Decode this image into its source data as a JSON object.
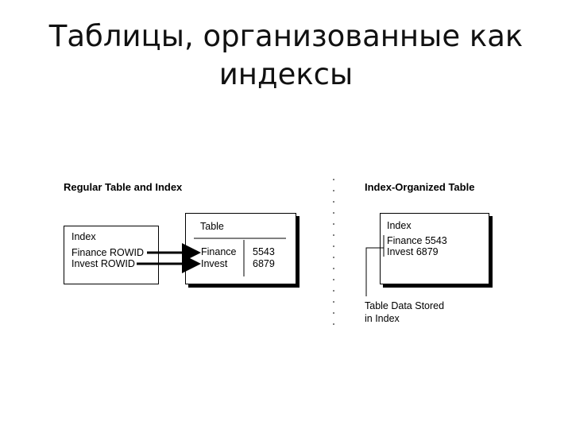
{
  "slide": {
    "title_line1": "Таблицы, организованные как",
    "title_line2": "индексы"
  },
  "left_panel": {
    "heading": "Regular Table and Index",
    "index_box": {
      "title": "Index",
      "rows": [
        "Finance ROWID",
        "Invest ROWID"
      ]
    },
    "table_box": {
      "title": "Table",
      "rows": [
        {
          "name": "Finance",
          "value": "5543"
        },
        {
          "name": "Invest",
          "value": "6879"
        }
      ]
    }
  },
  "right_panel": {
    "heading": "Index-Organized Table",
    "index_box": {
      "title": "Index",
      "rows": [
        "Finance 5543",
        "Invest 6879"
      ]
    },
    "caption_line1": "Table Data Stored",
    "caption_line2": "in Index"
  }
}
